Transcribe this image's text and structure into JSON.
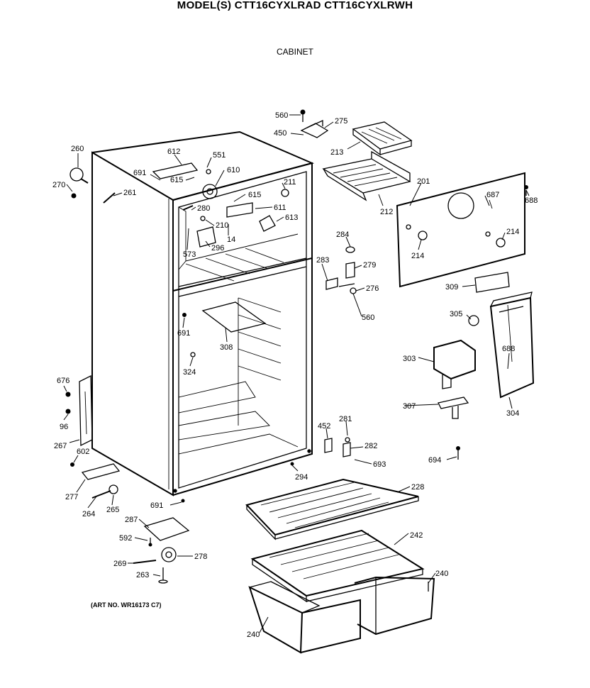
{
  "header": {
    "model": "MODEL(S) CTT16CYXLRAD  CTT16CYXLRWH",
    "section": "CABINET"
  },
  "art_no": "(ART NO. WR16173 C7)",
  "parts": [
    {
      "id": "p560a",
      "num": "560"
    },
    {
      "id": "p275",
      "num": "275"
    },
    {
      "id": "p450",
      "num": "450"
    },
    {
      "id": "p213",
      "num": "213"
    },
    {
      "id": "p260",
      "num": "260"
    },
    {
      "id": "p612",
      "num": "612"
    },
    {
      "id": "p551",
      "num": "551"
    },
    {
      "id": "p691a",
      "num": "691"
    },
    {
      "id": "p615a",
      "num": "615"
    },
    {
      "id": "p610",
      "num": "610"
    },
    {
      "id": "p270",
      "num": "270"
    },
    {
      "id": "p261",
      "num": "261"
    },
    {
      "id": "p211",
      "num": "211"
    },
    {
      "id": "p615b",
      "num": "615"
    },
    {
      "id": "p212",
      "num": "212"
    },
    {
      "id": "p201",
      "num": "201"
    },
    {
      "id": "p687",
      "num": "687"
    },
    {
      "id": "p688a",
      "num": "688"
    },
    {
      "id": "p280",
      "num": "280"
    },
    {
      "id": "p611",
      "num": "611"
    },
    {
      "id": "p210",
      "num": "210"
    },
    {
      "id": "p613",
      "num": "613"
    },
    {
      "id": "p14",
      "num": "14"
    },
    {
      "id": "p573",
      "num": "573"
    },
    {
      "id": "p296",
      "num": "296"
    },
    {
      "id": "p284",
      "num": "284"
    },
    {
      "id": "p214a",
      "num": "214"
    },
    {
      "id": "p214b",
      "num": "214"
    },
    {
      "id": "p283",
      "num": "283"
    },
    {
      "id": "p279",
      "num": "279"
    },
    {
      "id": "p276",
      "num": "276"
    },
    {
      "id": "p309",
      "num": "309"
    },
    {
      "id": "p560b",
      "num": "560"
    },
    {
      "id": "p305",
      "num": "305"
    },
    {
      "id": "p691b",
      "num": "691"
    },
    {
      "id": "p308",
      "num": "308"
    },
    {
      "id": "p303",
      "num": "303"
    },
    {
      "id": "p688b",
      "num": "688"
    },
    {
      "id": "p324",
      "num": "324"
    },
    {
      "id": "p676",
      "num": "676"
    },
    {
      "id": "p307",
      "num": "307"
    },
    {
      "id": "p304",
      "num": "304"
    },
    {
      "id": "p96",
      "num": "96"
    },
    {
      "id": "p281",
      "num": "281"
    },
    {
      "id": "p452",
      "num": "452"
    },
    {
      "id": "p282",
      "num": "282"
    },
    {
      "id": "p267",
      "num": "267"
    },
    {
      "id": "p602",
      "num": "602"
    },
    {
      "id": "p694",
      "num": "694"
    },
    {
      "id": "p693",
      "num": "693"
    },
    {
      "id": "p294",
      "num": "294"
    },
    {
      "id": "p277",
      "num": "277"
    },
    {
      "id": "p228",
      "num": "228"
    },
    {
      "id": "p264",
      "num": "264"
    },
    {
      "id": "p265",
      "num": "265"
    },
    {
      "id": "p691c",
      "num": "691"
    },
    {
      "id": "p287",
      "num": "287"
    },
    {
      "id": "p242",
      "num": "242"
    },
    {
      "id": "p592",
      "num": "592"
    },
    {
      "id": "p278",
      "num": "278"
    },
    {
      "id": "p269",
      "num": "269"
    },
    {
      "id": "p240a",
      "num": "240"
    },
    {
      "id": "p263",
      "num": "263"
    },
    {
      "id": "p240b",
      "num": "240"
    }
  ]
}
